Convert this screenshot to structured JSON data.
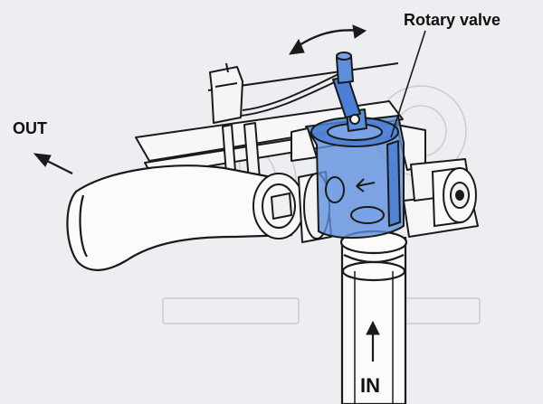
{
  "labels": {
    "rotary_valve": "Rotary valve",
    "out": "OUT",
    "in": "IN"
  },
  "colors": {
    "background": "#eceef1",
    "line": "#1a1a1a",
    "valve_highlight": "#2f6fd6",
    "faint_print": "#c3c7cf"
  }
}
